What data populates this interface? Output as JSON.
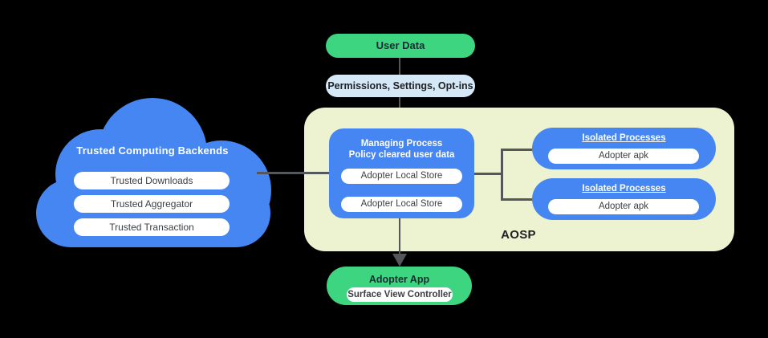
{
  "diagram_title": "Trusted computing backends / AOSP data flow diagram",
  "colors": {
    "background": "#000000",
    "blue": "#4586f3",
    "green": "#3ed581",
    "light_blue": "#d5e8f7",
    "aosp_background": "#edf2d1",
    "connector_gray": "#54585b",
    "pill_text": "#3c4043",
    "dark_text": "#202124"
  },
  "cloud": {
    "title": "Trusted Computing Backends",
    "items": [
      "Trusted Downloads",
      "Trusted Aggregator",
      "Trusted Transaction"
    ]
  },
  "flow": {
    "user_data_label": "User Data",
    "permissions_label": "Permissions,  Settings, Opt-ins",
    "adopter_app": {
      "title": "Adopter App",
      "item": "Surface View Controller"
    }
  },
  "aosp": {
    "label": "AOSP",
    "managing_process": {
      "title_line1": "Managing Process",
      "title_line2": "Policy cleared user data",
      "items": [
        "Adopter Local Store",
        "Adopter Local Store"
      ]
    },
    "isolated_processes": [
      {
        "title": "Isolated Processes",
        "item": "Adopter apk"
      },
      {
        "title": "Isolated Processes",
        "item": "Adopter apk"
      }
    ]
  }
}
